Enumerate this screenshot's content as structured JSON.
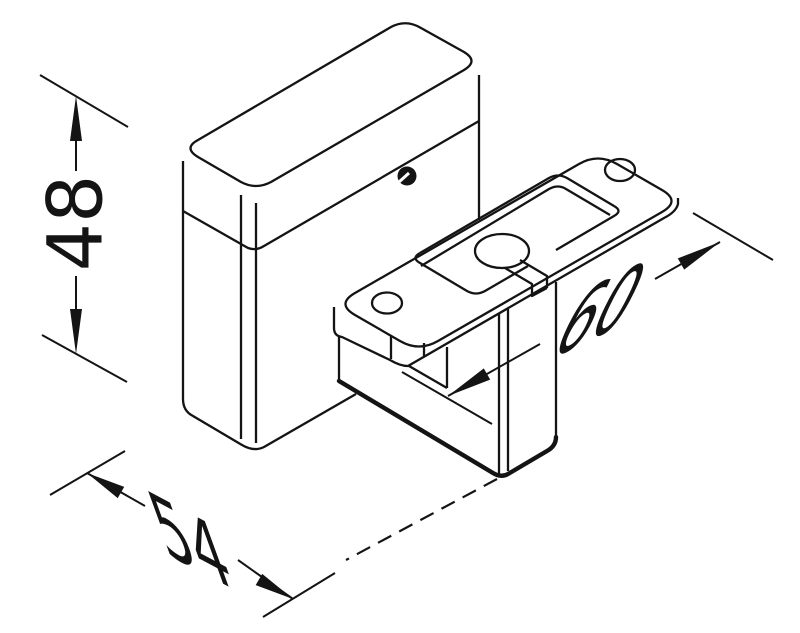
{
  "diagram": {
    "background": "#ffffff",
    "line_color": "#141414",
    "dimensions": {
      "height": "48",
      "depth": "54",
      "length": "60"
    }
  }
}
